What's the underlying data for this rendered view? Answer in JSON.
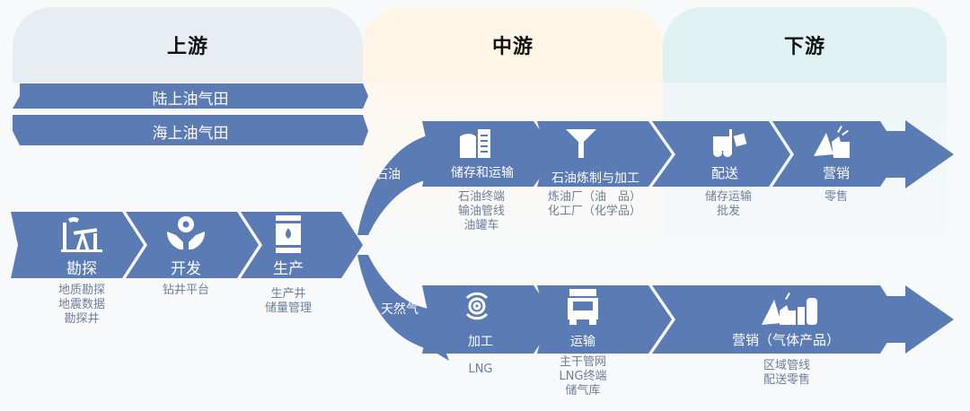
{
  "headers": {
    "upstream": "上游",
    "midstream": "中游",
    "downstream": "下游"
  },
  "fields": {
    "onshore": "陆上油气田",
    "offshore": "海上油气田"
  },
  "upstream_steps": [
    {
      "label": "勘探",
      "icon": "oil-pump-icon",
      "details": [
        "地质勘探",
        "地震数据",
        "勘探井"
      ]
    },
    {
      "label": "开发",
      "icon": "hands-gear-icon",
      "details": [
        "钻井平台"
      ]
    },
    {
      "label": "生产",
      "icon": "oil-barrel-icon",
      "details": [
        "生产井",
        "储量管理"
      ]
    }
  ],
  "branches": {
    "oil": "石油",
    "gas": "天然气"
  },
  "oil_chain": [
    {
      "label": "储存和运输",
      "icon": "storage-tank-icon",
      "details": [
        "石油终端",
        "输油管线",
        "油罐车"
      ]
    },
    {
      "label": "石油炼制与加工",
      "icon": "funnel-icon",
      "details": [
        "炼油厂（油　品）",
        "化工厂（化学品）"
      ]
    },
    {
      "label": "配送",
      "icon": "forklift-icon",
      "details": [
        "储存运输",
        "批发"
      ]
    },
    {
      "label": "营销",
      "icon": "megaphone-thumbs-up-icon",
      "details": [
        "零售"
      ]
    }
  ],
  "gas_chain": [
    {
      "label": "加工",
      "icon": "gear-cycle-icon",
      "details": [
        "LNG"
      ]
    },
    {
      "label": "运输",
      "icon": "truck-icon",
      "details": [
        "主干管网",
        "LNG终端",
        "储气库"
      ]
    },
    {
      "label": "营销（气体产品）",
      "icon": "megaphone-gas-cylinder-icon",
      "details": [
        "区域管线",
        "配送零售"
      ]
    }
  ],
  "colors": {
    "arrow": "#5b7bb5",
    "upstream_bg": "#e8edf4",
    "midstream_bg": "#fdf5e6",
    "downstream_bg": "#dff1f3",
    "subtext": "#6f7f9a"
  }
}
